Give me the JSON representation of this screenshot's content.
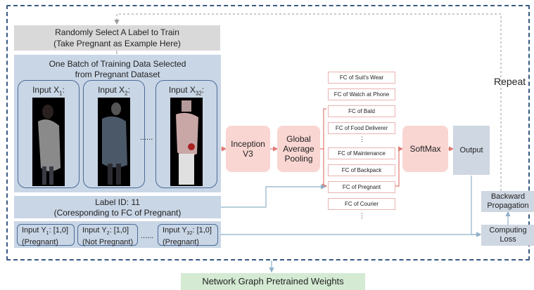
{
  "top_box": {
    "line1": "Randomly Select A Label to Train",
    "line2": "(Take Pregnant as Example Here)"
  },
  "batch": {
    "title_line1": "One Batch of Training Data Selected",
    "title_line2": "from Pregnant Dataset",
    "inputs": [
      {
        "label": "Input X",
        "sub": "1",
        "suffix": ":"
      },
      {
        "label": "Input X",
        "sub": "2",
        "suffix": ":"
      },
      {
        "label": "Input X",
        "sub": "32",
        "suffix": ":"
      }
    ],
    "ellipsis": "......"
  },
  "label_box": {
    "line1": "Label ID: 11",
    "line2": "(Coresponding to FC of Pregnant)"
  },
  "y_inputs": [
    {
      "label": "Input Y",
      "sub": "1",
      "value": ": [1,0]",
      "note": "(Pregnant)"
    },
    {
      "label": "Input Y",
      "sub": "2",
      "value": ": [1,0]",
      "note": "(Not Pregnant)"
    },
    {
      "label": "Input Y",
      "sub": "32",
      "value": ": [1,0]",
      "note": "(Pregnant)"
    }
  ],
  "y_ellipsis": "......",
  "inception": {
    "line1": "Inception",
    "line2": "V3"
  },
  "gap": {
    "line1": "Global",
    "line2": "Average",
    "line3": "Pooling"
  },
  "fc_layers": [
    "FC of Suit's Wear",
    "FC of Watch at Phone",
    "FC of Bald",
    "FC of Food Deliverer",
    "FC of Maintenance",
    "FC of Backpack",
    "FC of Pregnant",
    "FC of Courier"
  ],
  "fc_dots": "⋮",
  "softmax": "SoftMax",
  "output": "Output",
  "backward": {
    "line1": "Backward",
    "line2": "Propagation"
  },
  "loss": {
    "line1": "Computing",
    "line2": "Loss"
  },
  "repeat": "Repeat",
  "bottom": "Network Graph Pretrained Weights",
  "colors": {
    "pink": "#f9d6d2",
    "blue_panel": "#c9d6e6",
    "green": "#d4ead3",
    "dashed_border": "#3a5a82"
  }
}
